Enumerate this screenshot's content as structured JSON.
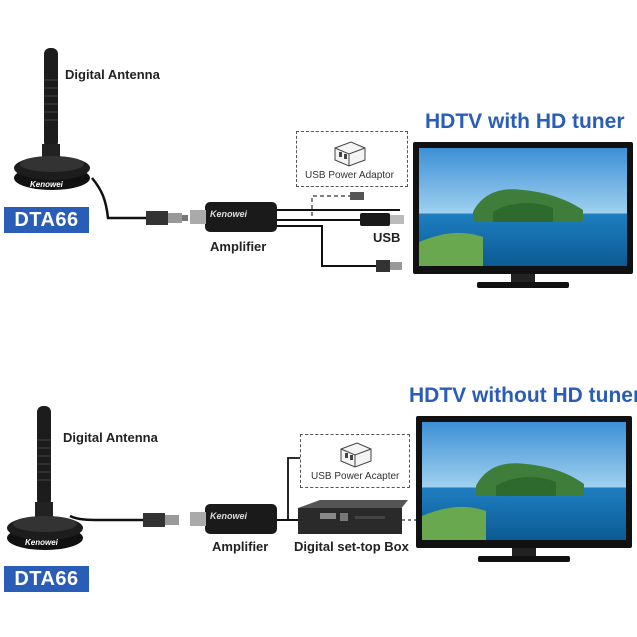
{
  "top": {
    "antenna_label": "Digital Antenna",
    "model_badge": "DTA66",
    "amplifier_label": "Amplifier",
    "usb_label": "USB",
    "adapter_label": "USB Power Adaptor",
    "tv_heading": "HDTV with HD tuner",
    "brand_mark": "Kenowei"
  },
  "bottom": {
    "antenna_label": "Digital Antenna",
    "model_badge": "DTA66",
    "amplifier_label": "Amplifier",
    "stb_label": "Digital set-top Box",
    "adapter_label": "USB Power Acapter",
    "tv_heading": "HDTV without HD tuner",
    "brand_mark": "Kenowei"
  },
  "colors": {
    "heading": "#2a5db8",
    "badge_bg": "#2a5db8",
    "badge_text": "#ffffff",
    "device": "#1a1a1a",
    "cable": "#111111"
  }
}
